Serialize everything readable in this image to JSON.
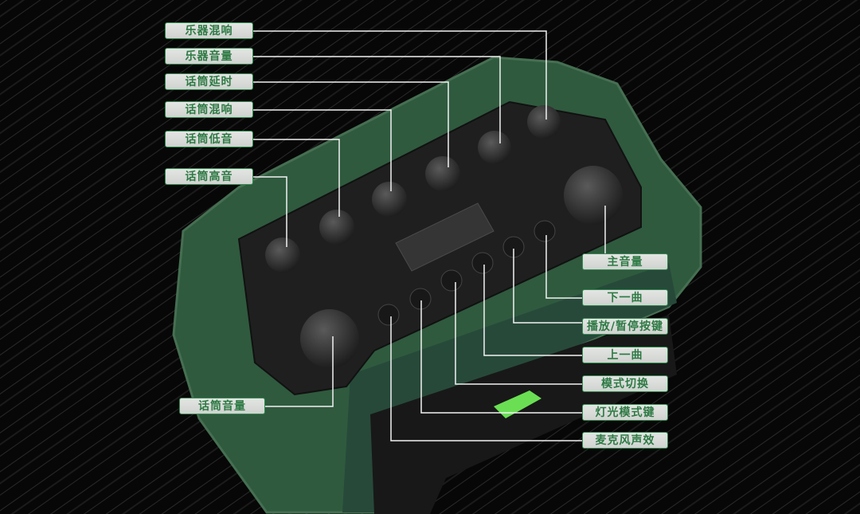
{
  "callouts_left": [
    "乐器混响",
    "乐器音量",
    "话筒延时",
    "话筒混响",
    "话筒低音",
    "话筒高音"
  ],
  "callout_mic_volume": "话筒音量",
  "callouts_right": [
    "主音量",
    "下一曲",
    "播放/暂停按键",
    "上一曲",
    "模式切换",
    "灯光模式键",
    "麦克风声效"
  ],
  "colors": {
    "body": "#2f5a3e",
    "panel": "#1e1e1e",
    "label_text": "#2e7a44",
    "label_border": "#2f8a4e"
  }
}
